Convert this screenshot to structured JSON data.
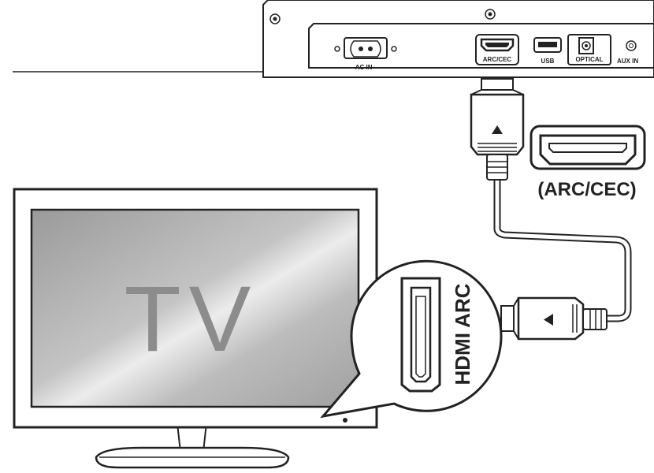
{
  "soundbar": {
    "ports": {
      "ac_in": "AC IN~",
      "arc_cec": "ARC/CEC",
      "usb": "USB",
      "optical": "OPTICAL",
      "aux_in": "AUX IN"
    }
  },
  "connector_callout_label": "(ARC/CEC)",
  "tv": {
    "screen_text": "TV",
    "port_callout_label": "HDMI ARC"
  },
  "colors": {
    "outline": "#222222",
    "screen_gray": "#a6a6a6",
    "tv_text_gray": "#8c8c8c"
  }
}
